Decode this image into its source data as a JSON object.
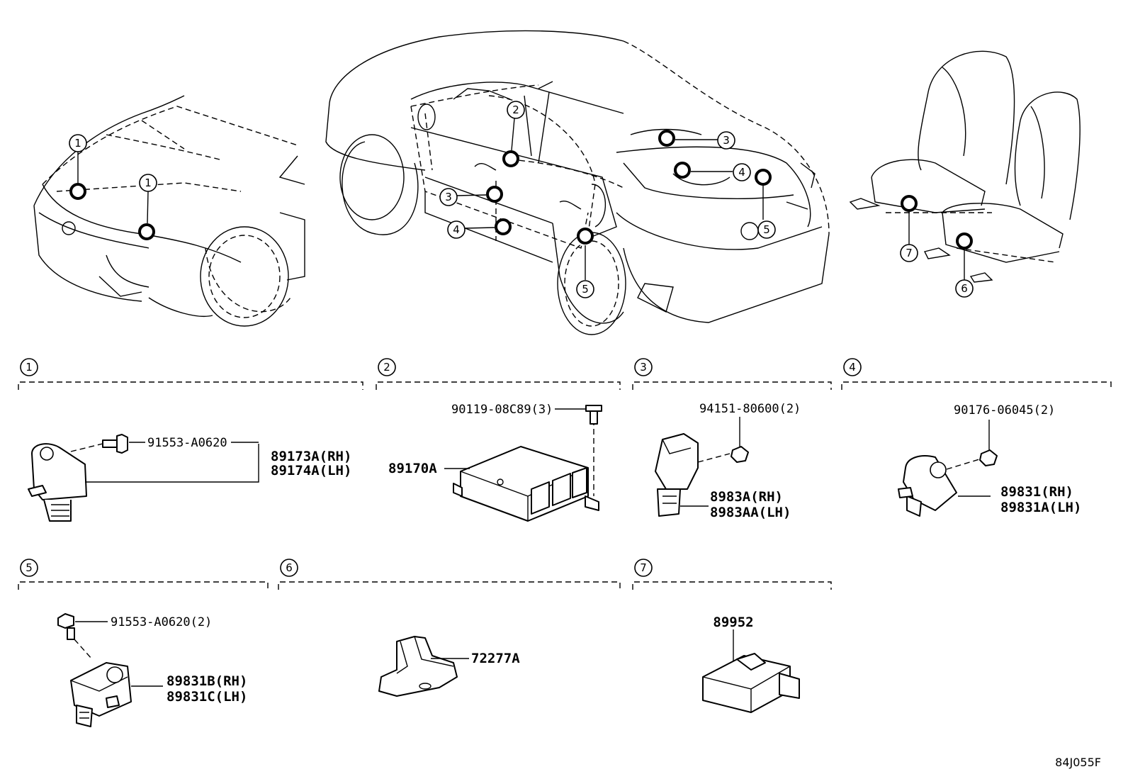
{
  "diagram_code": "84J055F",
  "sections": [
    {
      "no": "1",
      "parts": [
        "91553-A0620",
        "89173A(RH)",
        "89174A(LH)"
      ]
    },
    {
      "no": "2",
      "parts": [
        "90119-08C89(3)",
        "89170A"
      ]
    },
    {
      "no": "3",
      "parts": [
        "94151-80600(2)",
        "8983A(RH)",
        "8983AA(LH)"
      ]
    },
    {
      "no": "4",
      "parts": [
        "90176-06045(2)",
        "89831(RH)",
        "89831A(LH)"
      ]
    },
    {
      "no": "5",
      "parts": [
        "91553-A0620(2)",
        "89831B(RH)",
        "89831C(LH)"
      ]
    },
    {
      "no": "6",
      "parts": [
        "72277A"
      ]
    },
    {
      "no": "7",
      "parts": [
        "89952"
      ]
    }
  ],
  "callouts": {
    "front": [
      "1",
      "1"
    ],
    "body": [
      "2",
      "3",
      "3",
      "4",
      "4",
      "5",
      "5"
    ],
    "seat": [
      "7",
      "6"
    ]
  }
}
